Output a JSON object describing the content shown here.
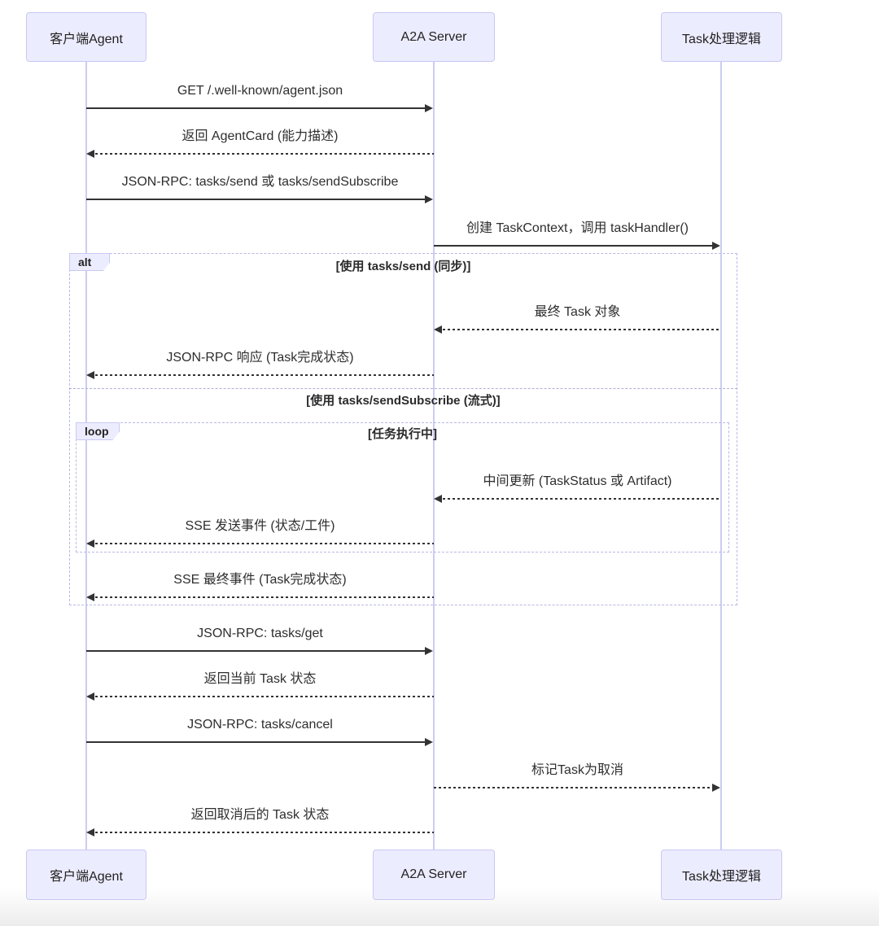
{
  "diagram": {
    "type": "sequence",
    "actors": [
      {
        "name": "客户端Agent"
      },
      {
        "name": "A2A Server"
      },
      {
        "name": "Task处理逻辑"
      }
    ],
    "messages": [
      {
        "text": "GET /.well-known/agent.json",
        "from": "客户端Agent",
        "to": "A2A Server",
        "line": "solid"
      },
      {
        "text": "返回 AgentCard (能力描述)",
        "from": "A2A Server",
        "to": "客户端Agent",
        "line": "dashed"
      },
      {
        "text": "JSON-RPC: tasks/send 或 tasks/sendSubscribe",
        "from": "客户端Agent",
        "to": "A2A Server",
        "line": "solid"
      },
      {
        "text": "创建 TaskContext，调用 taskHandler()",
        "from": "A2A Server",
        "to": "Task处理逻辑",
        "line": "solid"
      },
      {
        "text": "最终 Task 对象",
        "from": "Task处理逻辑",
        "to": "A2A Server",
        "line": "dashed"
      },
      {
        "text": "JSON-RPC 响应 (Task完成状态)",
        "from": "A2A Server",
        "to": "客户端Agent",
        "line": "dashed"
      },
      {
        "text": "中间更新 (TaskStatus 或 Artifact)",
        "from": "Task处理逻辑",
        "to": "A2A Server",
        "line": "dashed"
      },
      {
        "text": "SSE 发送事件 (状态/工件)",
        "from": "A2A Server",
        "to": "客户端Agent",
        "line": "dashed"
      },
      {
        "text": "SSE 最终事件 (Task完成状态)",
        "from": "A2A Server",
        "to": "客户端Agent",
        "line": "dashed"
      },
      {
        "text": "JSON-RPC: tasks/get",
        "from": "客户端Agent",
        "to": "A2A Server",
        "line": "solid"
      },
      {
        "text": "返回当前 Task 状态",
        "from": "A2A Server",
        "to": "客户端Agent",
        "line": "dashed"
      },
      {
        "text": "JSON-RPC: tasks/cancel",
        "from": "客户端Agent",
        "to": "A2A Server",
        "line": "solid"
      },
      {
        "text": "标记Task为取消",
        "from": "A2A Server",
        "to": "Task处理逻辑",
        "line": "dashed"
      },
      {
        "text": "返回取消后的 Task 状态",
        "from": "A2A Server",
        "to": "客户端Agent",
        "line": "dashed"
      }
    ],
    "frames": {
      "alt": {
        "label": "alt",
        "branch1_condition": "[使用 tasks/send (同步)]",
        "branch2_condition": "[使用 tasks/sendSubscribe (流式)]"
      },
      "loop": {
        "label": "loop",
        "condition": "[任务执行中]"
      }
    },
    "colors": {
      "actor_fill": "#ECECFF",
      "actor_border": "#C9C9F4",
      "lifeline": "#CCCCF2",
      "frame_border": "#B9B9E6",
      "arrow": "#333333",
      "text": "#2E2E2E"
    }
  }
}
